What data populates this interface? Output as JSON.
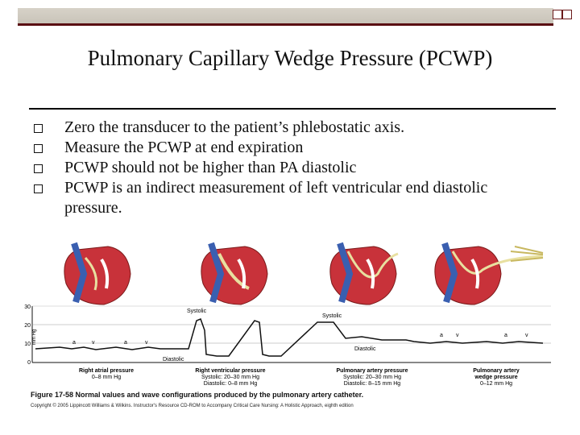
{
  "slide": {
    "title": "Pulmonary Capillary Wedge Pressure (PCWP)",
    "bullets": [
      "Zero the transducer to the patient’s phlebostatic axis.",
      "Measure the PCWP at end expiration",
      "PCWP should not be higher than PA diastolic",
      "PCWP is an indirect measurement of left ventricular end diastolic pressure."
    ]
  },
  "figure": {
    "y_ticks": [
      "30",
      "20",
      "10",
      "0"
    ],
    "y_unit": "mm Hg",
    "annotations": {
      "systolic_1": "Systolic",
      "systolic_2": "Systolic",
      "diastolic_1": "Diastolic",
      "diastolic_2": "Diastolic"
    },
    "wave_letters": [
      "a",
      "v",
      "a",
      "v",
      "a",
      "v",
      "a",
      "v"
    ],
    "segments": [
      {
        "name": "Right atrial pressure",
        "range": "0–8 mm Hg"
      },
      {
        "name": "Right ventricular pressure",
        "range": "Systolic: 20–30 mm Hg",
        "range2": "Diastolic: 0–8 mm Hg"
      },
      {
        "name": "Pulmonary artery pressure",
        "range": "Systolic: 20–30 mm Hg",
        "range2": "Diastolic: 8–15 mm Hg"
      },
      {
        "name": "Pulmonary artery",
        "range": "wedge pressure",
        "range2": "0–12 mm Hg"
      }
    ],
    "caption": "Figure 17-58  Normal values and wave configurations produced by the pulmonary artery catheter.",
    "credit": "Copyright © 2005 Lippincott Williams & Wilkins. Instructor's Resource CD-ROM to Accompany Critical Care Nursing: A Holistic Approach, eighth edition"
  },
  "colors": {
    "accent_bar": "#5a0f12",
    "heart_red": "#c8323a",
    "heart_blue": "#3a5fb0",
    "catheter": "#e8e0a0"
  }
}
